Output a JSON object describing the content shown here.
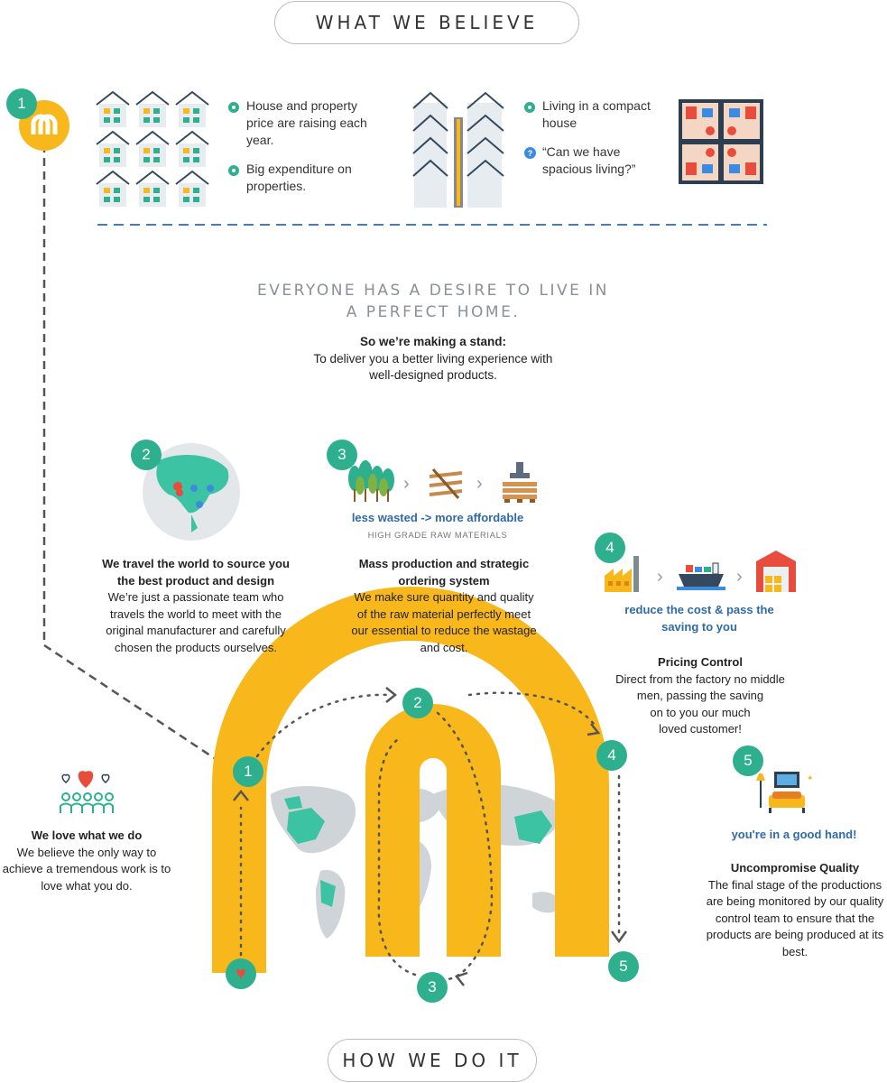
{
  "header_pill": "WHAT WE BELIEVE",
  "footer_pill": "HOW WE DO IT",
  "step_numbers": [
    "1",
    "2",
    "3",
    "4",
    "5"
  ],
  "belief": {
    "bullets_left": [
      "House and property price are raising each year.",
      "Big expenditure on properties."
    ],
    "bullets_right": [
      "Living in a compact house",
      "“Can we have spacious living?”"
    ]
  },
  "desire": {
    "headline_line1": "EVERYONE HAS A DESIRE TO LIVE IN",
    "headline_line2": "A PERFECT HOME.",
    "stand_title": "So we’re making a stand:",
    "stand_text_line1": "To deliver you a better living experience with",
    "stand_text_line2": "well-designed products."
  },
  "steps": {
    "step1": {
      "title": "We love what we do",
      "text_lines": [
        "We believe the only way to",
        "achieve a tremendous work is to",
        "love what you do."
      ]
    },
    "step2": {
      "title_lines": [
        "We travel the world to source you",
        "the best product and design"
      ],
      "text_lines": [
        "We’re just a passionate team who",
        "travels the world to meet with the",
        "original manufacturer and carefully",
        "chosen the products ourselves."
      ]
    },
    "step3": {
      "tagline": "less wasted -> more affordable",
      "subtag": "HIGH GRADE RAW MATERIALS",
      "title_lines": [
        "Mass production and strategic",
        "ordering system"
      ],
      "text_lines": [
        "We make sure quantity and quality",
        "of the raw material perfectly meet",
        "our essential to reduce the wastage",
        "and cost."
      ]
    },
    "step4": {
      "tagline_lines": [
        "reduce the cost & pass the",
        "saving to you"
      ],
      "title": "Pricing Control",
      "text_lines": [
        "Direct from the factory no middle",
        "men, passing the saving",
        "on to you our much",
        "loved customer!"
      ]
    },
    "step5": {
      "tagline": "you're in a good hand!",
      "title": "Uncompromise Quality",
      "text_lines": [
        "The final stage of the productions",
        "are being monitored by our quality",
        "control team to ensure that the",
        "products are being produced at its",
        "best."
      ]
    }
  },
  "icons": {
    "logo": "m-logo-icon",
    "houses": "houses-grid-icon",
    "arrows": "upward-arrows-icon",
    "floorplan": "floor-plan-icon",
    "globe": "globe-asia-icon",
    "forest": "forest-icon",
    "planks": "wood-planks-icon",
    "pallet": "pallet-icon",
    "factory": "factory-icon",
    "ship": "cargo-ship-icon",
    "warehouse": "warehouse-icon",
    "living": "living-room-icon",
    "team": "team-heart-icon",
    "world": "world-map-icon",
    "heart": "heart-icon"
  },
  "colors": {
    "green": "#2eb08e",
    "yellow": "#f8b81c",
    "blue": "#2f6aa8",
    "grey": "#cfd4d8"
  }
}
